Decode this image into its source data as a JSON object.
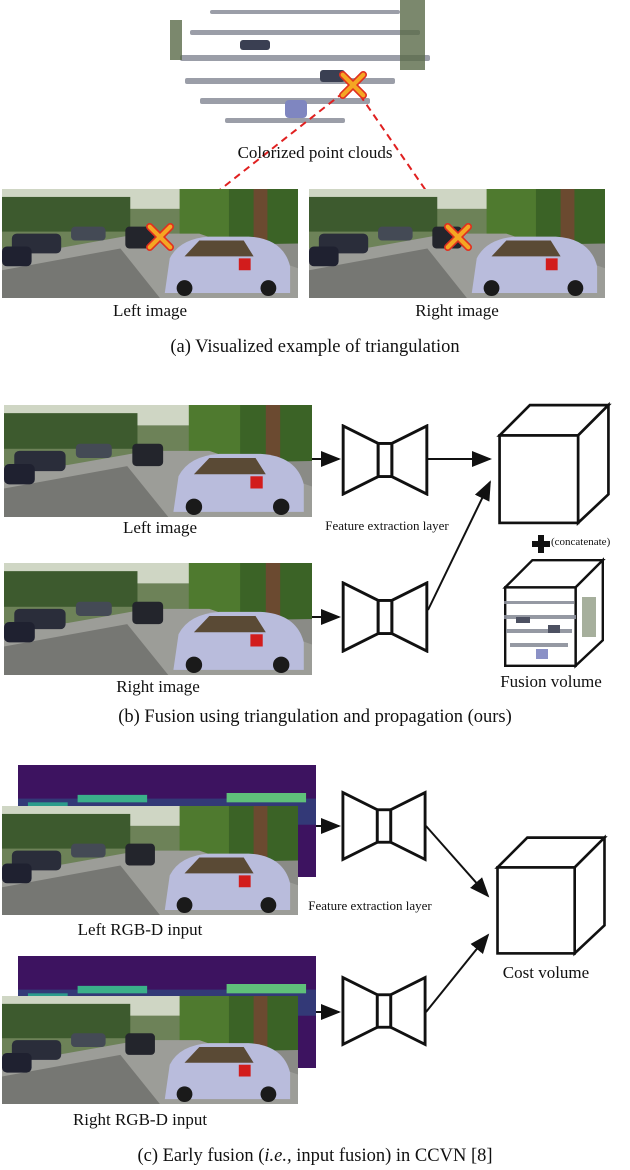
{
  "panel_a": {
    "point_cloud_label": "Colorized point clouds",
    "left_label": "Left image",
    "right_label": "Right image",
    "caption": "(a) Visualized example of triangulation"
  },
  "panel_b": {
    "left_label": "Left image",
    "right_label": "Right image",
    "feature_label": "Feature extraction layer",
    "concat_label": "(concatenate)",
    "fusion_label": "Fusion volume",
    "caption": "(b) Fusion using triangulation and propagation (ours)"
  },
  "panel_c": {
    "left_label": "Left RGB-D input",
    "right_label": "Right RGB-D input",
    "feature_label": "Feature extraction layer",
    "cost_label": "Cost volume",
    "caption_prefix": "(c) Early fusion (",
    "caption_italic": "i.e.,",
    "caption_suffix": " input fusion) in CCVN [8]"
  },
  "colors": {
    "marker_orange": "#f5a623",
    "marker_red": "#e03020",
    "dashed_line": "#e02020",
    "depth_purple": "#3d1360",
    "depth_teal": "#2c9c8c"
  }
}
